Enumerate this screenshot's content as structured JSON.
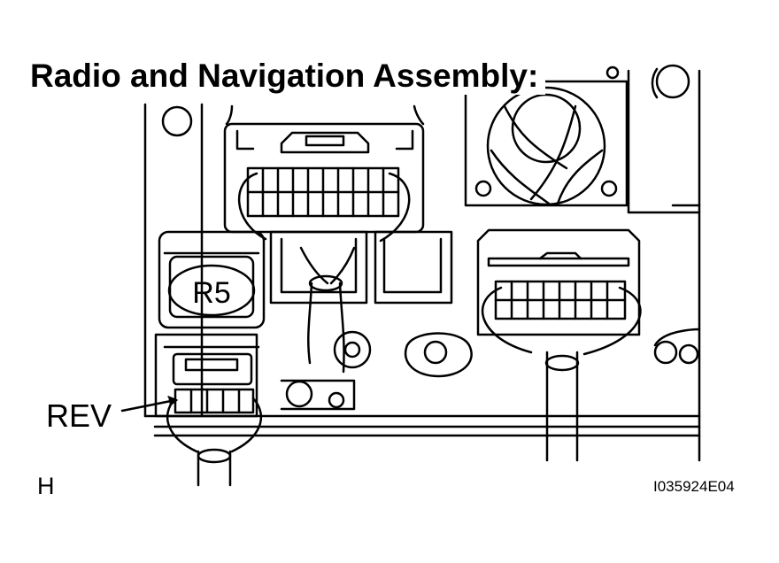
{
  "title": "Radio and Navigation Assembly:",
  "connector_label": "R5",
  "callout_label": "REV",
  "corner_letter": "H",
  "figure_id": "I035924E04",
  "colors": {
    "ink": "#000000",
    "paper": "#ffffff"
  }
}
